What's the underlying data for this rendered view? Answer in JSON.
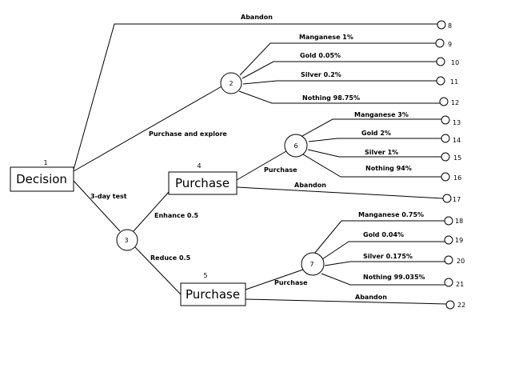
{
  "nodes": {
    "n1": {
      "id": "1",
      "label": "Decision"
    },
    "n2": {
      "id": "2"
    },
    "n3": {
      "id": "3"
    },
    "n4": {
      "id": "4",
      "label": "Purchase"
    },
    "n5": {
      "id": "5",
      "label": "Purchase"
    },
    "n6": {
      "id": "6"
    },
    "n7": {
      "id": "7"
    },
    "t8": {
      "id": "8"
    },
    "t9": {
      "id": "9"
    },
    "t10": {
      "id": "10"
    },
    "t11": {
      "id": "11"
    },
    "t12": {
      "id": "12"
    },
    "t13": {
      "id": "13"
    },
    "t14": {
      "id": "14"
    },
    "t15": {
      "id": "15"
    },
    "t16": {
      "id": "16"
    },
    "t17": {
      "id": "17"
    },
    "t18": {
      "id": "18"
    },
    "t19": {
      "id": "19"
    },
    "t20": {
      "id": "20"
    },
    "t21": {
      "id": "21"
    },
    "t22": {
      "id": "22"
    }
  },
  "edges": {
    "abandon_top": "Abandon",
    "purchase_explore": "Purchase and explore",
    "three_day_test": "3-day test",
    "n2_manganese": "Manganese 1%",
    "n2_gold": "Gold 0.05%",
    "n2_silver": "Silver 0.2%",
    "n2_nothing": "Nothing 98.75%",
    "enhance": "Enhance 0.5",
    "reduce": "Reduce 0.5",
    "n4_purchase": "Purchase",
    "n4_abandon": "Abandon",
    "n6_manganese": "Manganese 3%",
    "n6_gold": "Gold 2%",
    "n6_silver": "Silver 1%",
    "n6_nothing": "Nothing 94%",
    "n5_purchase": "Purchase",
    "n5_abandon": "Abandon",
    "n7_manganese": "Manganese 0.75%",
    "n7_gold": "Gold 0.04%",
    "n7_silver": "Silver 0.175%",
    "n7_nothing": "Nothing 99.035%"
  }
}
